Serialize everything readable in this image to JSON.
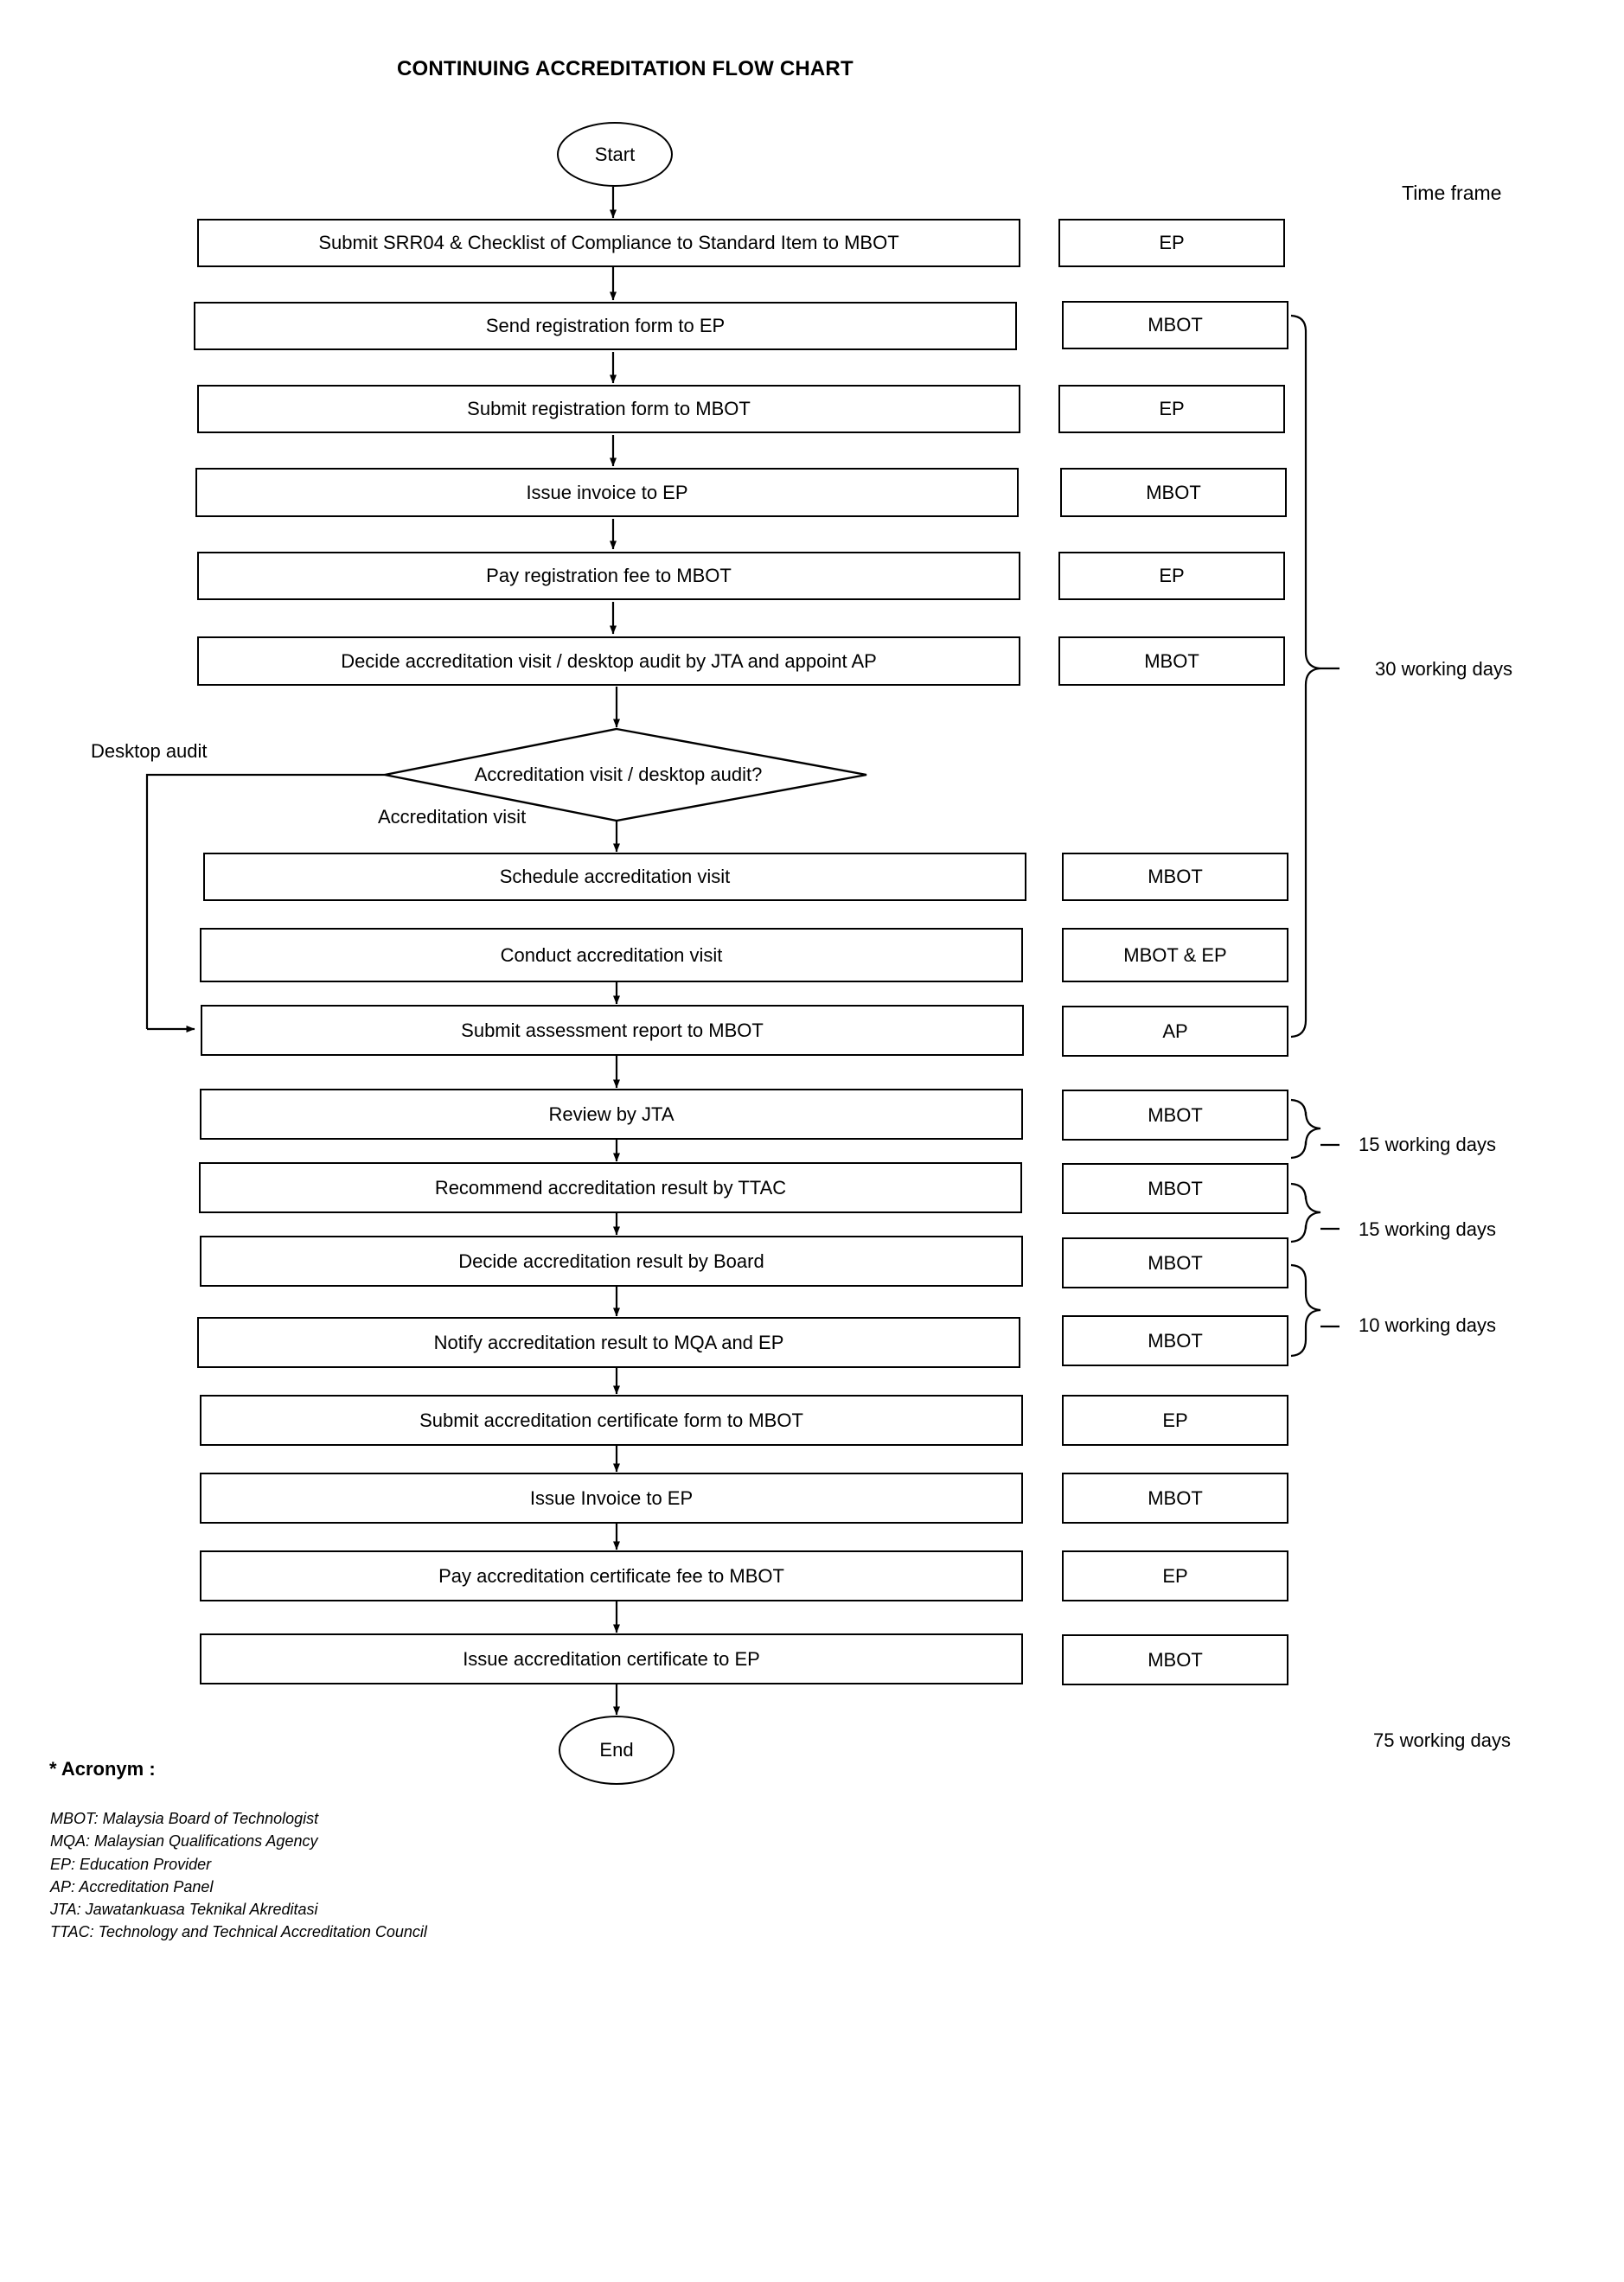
{
  "page": {
    "title": "CONTINUING ACCREDITATION FLOW CHART",
    "background_color": "#ffffff",
    "line_color": "#000000"
  },
  "flow": {
    "start_label": "Start",
    "end_label": "End",
    "steps": [
      {
        "text": "Submit SRR04 & Checklist of Compliance to Standard Item to MBOT",
        "actor": "EP"
      },
      {
        "text": "Send registration form to EP",
        "actor": "MBOT"
      },
      {
        "text": "Submit registration form to MBOT",
        "actor": "EP"
      },
      {
        "text": "Issue invoice to EP",
        "actor": "MBOT"
      },
      {
        "text": "Pay registration fee to MBOT",
        "actor": "EP"
      },
      {
        "text": "Decide accreditation visit / desktop audit by JTA and appoint AP",
        "actor": "MBOT"
      },
      {
        "text": "Schedule accreditation visit",
        "actor": "MBOT"
      },
      {
        "text": "Conduct accreditation visit",
        "actor": "MBOT & EP"
      },
      {
        "text": "Submit assessment report to MBOT",
        "actor": "AP"
      },
      {
        "text": "Review by JTA",
        "actor": "MBOT"
      },
      {
        "text": "Recommend accreditation result by TTAC",
        "actor": "MBOT"
      },
      {
        "text": "Decide accreditation result by Board",
        "actor": "MBOT"
      },
      {
        "text": "Notify accreditation result to MQA and EP",
        "actor": "MBOT"
      },
      {
        "text": "Submit accreditation certificate form to MBOT",
        "actor": "EP"
      },
      {
        "text": "Issue Invoice to EP",
        "actor": "MBOT"
      },
      {
        "text": "Pay accreditation certificate fee to MBOT",
        "actor": "EP"
      },
      {
        "text": "Issue accreditation certificate to EP",
        "actor": "MBOT"
      }
    ],
    "decision": {
      "text": "Accreditation visit / desktop audit?",
      "branch_left": "Desktop audit",
      "branch_down": "Accreditation visit"
    }
  },
  "timeframe": {
    "heading": "Time frame",
    "brackets": [
      {
        "label": "30 working days"
      },
      {
        "label": "15 working days"
      },
      {
        "label": "15 working days"
      },
      {
        "label": "10 working days"
      }
    ],
    "total": "75 working days"
  },
  "acronym": {
    "heading": "* Acronym :",
    "items": [
      "MBOT: Malaysia Board of Technologist",
      "MQA: Malaysian Qualifications Agency",
      "EP: Education Provider",
      "AP: Accreditation Panel",
      "JTA: Jawatankuasa Teknikal Akreditasi",
      "TTAC: Technology and Technical Accreditation Council"
    ]
  }
}
